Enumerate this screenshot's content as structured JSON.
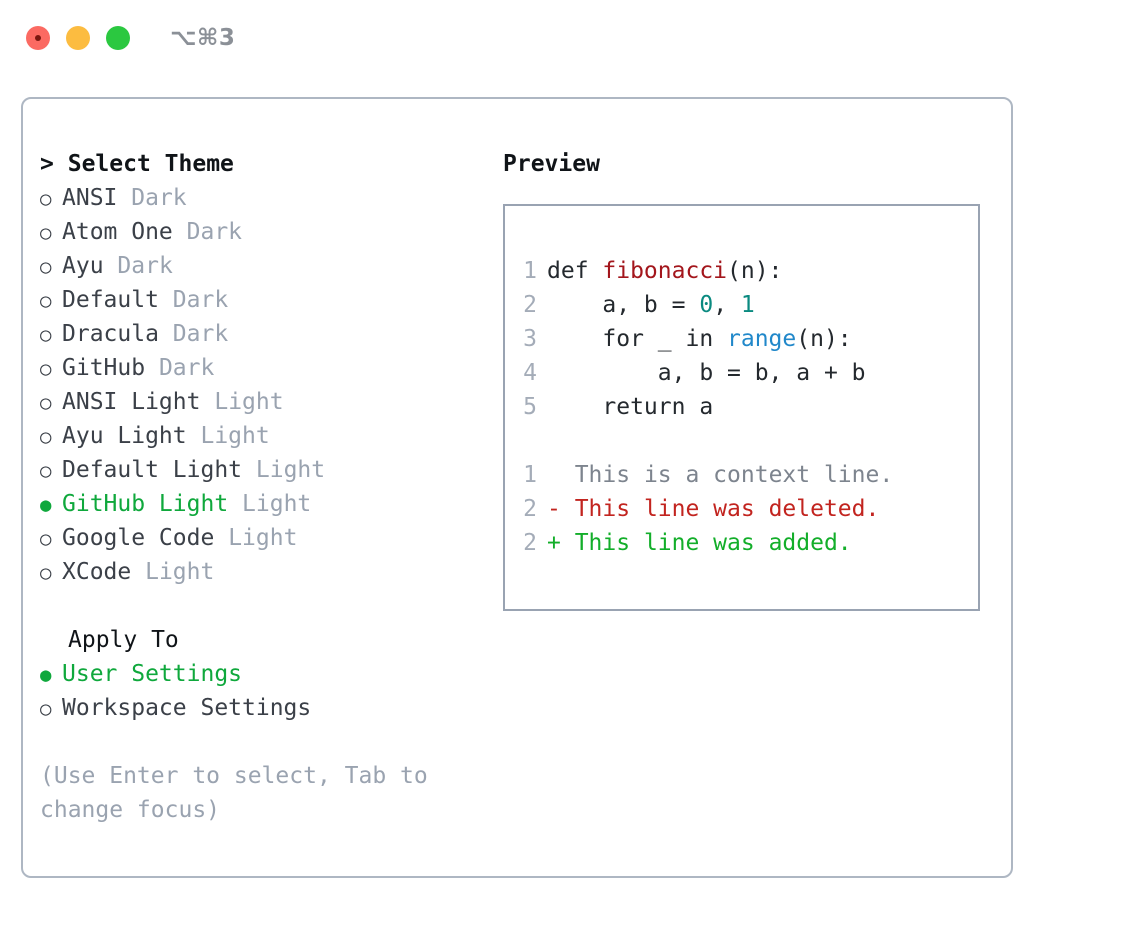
{
  "titlebar": {
    "shortcut": "⌥⌘3",
    "lights": [
      "close",
      "minimize",
      "maximize"
    ]
  },
  "left": {
    "prompt_caret": ">",
    "prompt_label": "Select Theme",
    "themes": [
      {
        "selected": false,
        "name": "ANSI",
        "tag": "Dark"
      },
      {
        "selected": false,
        "name": "Atom One",
        "tag": "Dark"
      },
      {
        "selected": false,
        "name": "Ayu",
        "tag": "Dark"
      },
      {
        "selected": false,
        "name": "Default",
        "tag": "Dark"
      },
      {
        "selected": false,
        "name": "Dracula",
        "tag": "Dark"
      },
      {
        "selected": false,
        "name": "GitHub",
        "tag": "Dark"
      },
      {
        "selected": false,
        "name": "ANSI Light",
        "tag": "Light"
      },
      {
        "selected": false,
        "name": "Ayu Light",
        "tag": "Light"
      },
      {
        "selected": false,
        "name": "Default Light",
        "tag": "Light"
      },
      {
        "selected": true,
        "name": "GitHub Light",
        "tag": "Light"
      },
      {
        "selected": false,
        "name": "Google Code",
        "tag": "Light"
      },
      {
        "selected": false,
        "name": "XCode",
        "tag": "Light"
      }
    ],
    "apply_to_label": "Apply To",
    "apply_to_options": [
      {
        "selected": true,
        "name": "User Settings"
      },
      {
        "selected": false,
        "name": "Workspace Settings"
      }
    ],
    "hint": "(Use Enter to select, Tab to change focus)"
  },
  "right": {
    "preview_title": "Preview",
    "code_lines": [
      {
        "num": "1",
        "parts": [
          {
            "t": "def ",
            "c": "plain"
          },
          {
            "t": "fibonacci",
            "c": "fn"
          },
          {
            "t": "(n):",
            "c": "plain"
          }
        ]
      },
      {
        "num": "2",
        "parts": [
          {
            "t": "    a, b = ",
            "c": "plain"
          },
          {
            "t": "0",
            "c": "num"
          },
          {
            "t": ", ",
            "c": "plain"
          },
          {
            "t": "1",
            "c": "num"
          }
        ]
      },
      {
        "num": "3",
        "parts": [
          {
            "t": "    for _ in ",
            "c": "plain"
          },
          {
            "t": "range",
            "c": "call"
          },
          {
            "t": "(n):",
            "c": "plain"
          }
        ]
      },
      {
        "num": "4",
        "parts": [
          {
            "t": "        a, b = b, a + b",
            "c": "plain"
          }
        ]
      },
      {
        "num": "5",
        "parts": [
          {
            "t": "    return a",
            "c": "plain"
          }
        ]
      }
    ],
    "diff_lines": [
      {
        "num": "1",
        "marker": "  ",
        "text": "This is a context line.",
        "kind": "ctx"
      },
      {
        "num": "2",
        "marker": "- ",
        "text": "This line was deleted.",
        "kind": "del"
      },
      {
        "num": "2",
        "marker": "+ ",
        "text": "This line was added.",
        "kind": "add"
      }
    ]
  },
  "colors": {
    "accent_green": "#0fa83c",
    "muted": "#9aa3b0",
    "border": "#aeb7c3",
    "code_function": "#a3161c",
    "code_number": "#0a8a80",
    "code_call": "#2188ca",
    "diff_deleted": "#c2241f",
    "diff_added": "#13ae2a"
  }
}
